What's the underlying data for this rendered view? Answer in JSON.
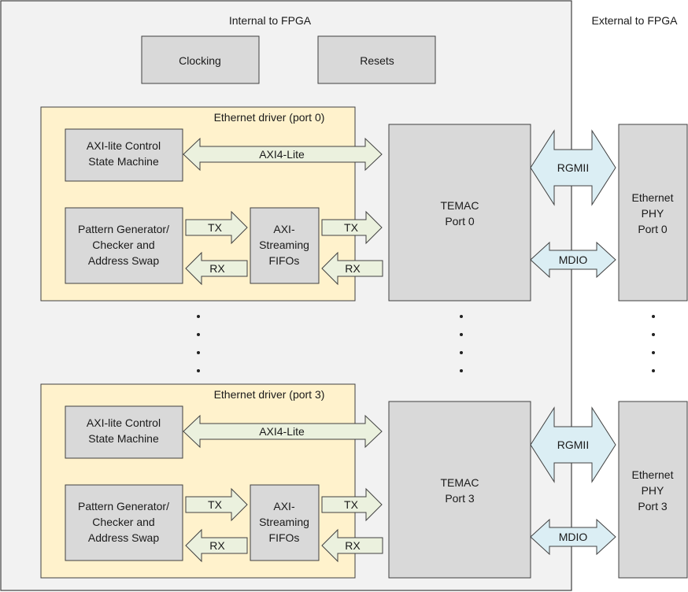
{
  "headers": {
    "internal": "Internal to FPGA",
    "external": "External to FPGA"
  },
  "top_blocks": {
    "clocking": "Clocking",
    "resets": "Resets"
  },
  "drivers": [
    {
      "title": "Ethernet driver (port 0)",
      "axi_control": [
        "AXI-lite Control",
        "State Machine"
      ],
      "pattern": [
        "Pattern Generator/",
        "Checker and",
        "Address Swap"
      ],
      "fifo": [
        "AXI-",
        "Streaming",
        "FIFOs"
      ],
      "axi_lite_link": "AXI4-Lite",
      "tx": "TX",
      "rx": "RX",
      "temac": [
        "TEMAC",
        "Port 0"
      ],
      "rgmii": "RGMII",
      "mdio": "MDIO",
      "phy": [
        "Ethernet",
        "PHY",
        "Port 0"
      ]
    },
    {
      "title": "Ethernet driver (port 3)",
      "axi_control": [
        "AXI-lite Control",
        "State Machine"
      ],
      "pattern": [
        "Pattern Generator/",
        "Checker and",
        "Address Swap"
      ],
      "fifo": [
        "AXI-",
        "Streaming",
        "FIFOs"
      ],
      "axi_lite_link": "AXI4-Lite",
      "tx": "TX",
      "rx": "RX",
      "temac": [
        "TEMAC",
        "Port 3"
      ],
      "rgmii": "RGMII",
      "mdio": "MDIO",
      "phy": [
        "Ethernet",
        "PHY",
        "Port 3"
      ]
    }
  ],
  "colors": {
    "fpga_region": "#f2f2f2",
    "block": "#d9d9d9",
    "driver_panel": "#fff2cc",
    "axi_arrow": "#ebf1de",
    "io_arrow": "#dbeef4",
    "stroke": "#404040"
  }
}
